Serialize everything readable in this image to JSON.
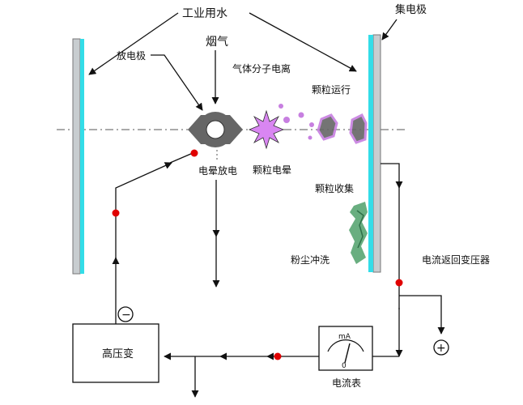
{
  "labels": {
    "industrial_water": "工业用水",
    "collector_electrode": "集电极",
    "discharge_electrode": "放电极",
    "flue_gas": "烟气",
    "gas_ionization": "气体分子电离",
    "particle_moving": "颗粒运行",
    "corona_discharge": "电晕放电",
    "particle_charging": "颗粒电晕",
    "particle_collection": "颗粒收集",
    "dust_flushing": "粉尘冲洗",
    "current_return_transformer": "电流返回变压器",
    "high_voltage_transformer": "高压变",
    "ammeter": "电流表",
    "ammeter_unit": "mA",
    "ammeter_zero": "0",
    "minus_symbol": "−",
    "plus_symbol": "+"
  },
  "colors": {
    "electrode_plate": "#c8cdd0",
    "water_film": "#33dde8",
    "charged_particle": "#c77fe0",
    "dust": "#4fa06a",
    "corona_star": "#d986f2",
    "discharge_node": "#e00000",
    "ring": "#666666"
  }
}
